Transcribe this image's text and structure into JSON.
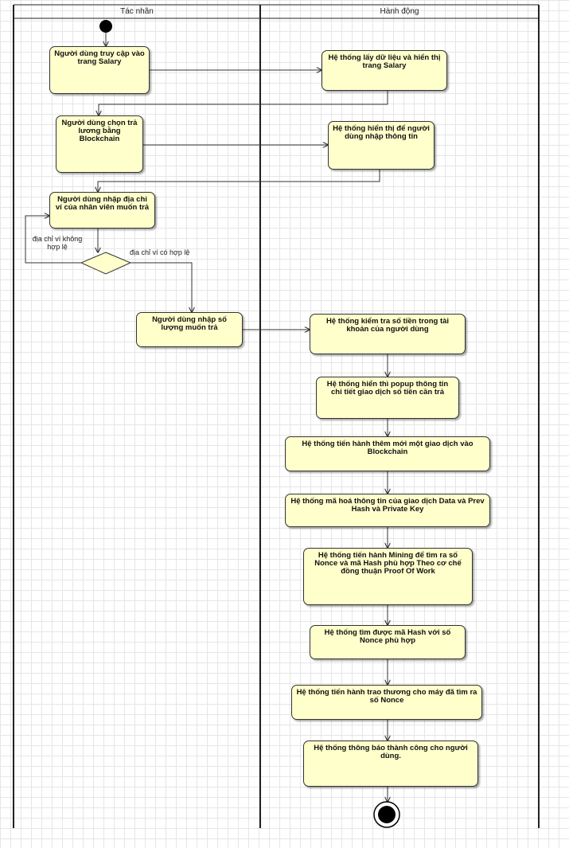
{
  "lanes": [
    {
      "id": "actor",
      "label": "Tác nhân"
    },
    {
      "id": "action",
      "label": "Hành động"
    }
  ],
  "nodes": [
    {
      "id": "n1",
      "lane": "actor",
      "text": "Người dùng truy cập vào trang Salary"
    },
    {
      "id": "n2",
      "lane": "action",
      "text": "Hệ thống lấy dữ liệu và hiển thị trang Salary"
    },
    {
      "id": "n3",
      "lane": "actor",
      "text": "Người dùng chọn trả lương bằng Blockchain"
    },
    {
      "id": "n4",
      "lane": "action",
      "text": "Hệ thống hiển thị để người dùng nhập thông tin"
    },
    {
      "id": "n5",
      "lane": "actor",
      "text": "Người dùng nhập địa chỉ ví của nhân viên muốn trả"
    },
    {
      "id": "n6",
      "lane": "actor",
      "text": "Người dùng nhập số lượng muốn trả"
    },
    {
      "id": "n7",
      "lane": "action",
      "text": "Hệ thống kiểm tra số tiền trong tài khoản của người dùng"
    },
    {
      "id": "n8",
      "lane": "action",
      "text": "Hệ thống hiển thì popup thông tin chi tiết giao dịch số tiền cần trả"
    },
    {
      "id": "n9",
      "lane": "action",
      "text": "Hệ thống tiến hành thêm mới một giao dịch vào Blockchain"
    },
    {
      "id": "n10",
      "lane": "action",
      "text": "Hệ thống mã hoá thông tin của giao dịch Data và Prev Hash và Private Key"
    },
    {
      "id": "n11",
      "lane": "action",
      "text": "Hệ thống tiến hành Mining để tìm ra số Nonce và mã Hash phù hợp Theo cơ chế đồng thuận Proof Of Work"
    },
    {
      "id": "n12",
      "lane": "action",
      "text": "Hệ thống tìm được mã Hash với số Nonce phù hợp"
    },
    {
      "id": "n13",
      "lane": "action",
      "text": "Hệ thống tiến hành trao thương cho máy đã tìm ra số Nonce"
    },
    {
      "id": "n14",
      "lane": "action",
      "text": "Hệ thống thông báo thành công cho người dùng."
    }
  ],
  "guards": {
    "invalid": "địa chỉ ví không hợp lệ",
    "valid": "địa chỉ ví có hợp lệ"
  },
  "colors": {
    "node_fill": "#ffffcc",
    "line": "#333333",
    "start": "#000000"
  }
}
